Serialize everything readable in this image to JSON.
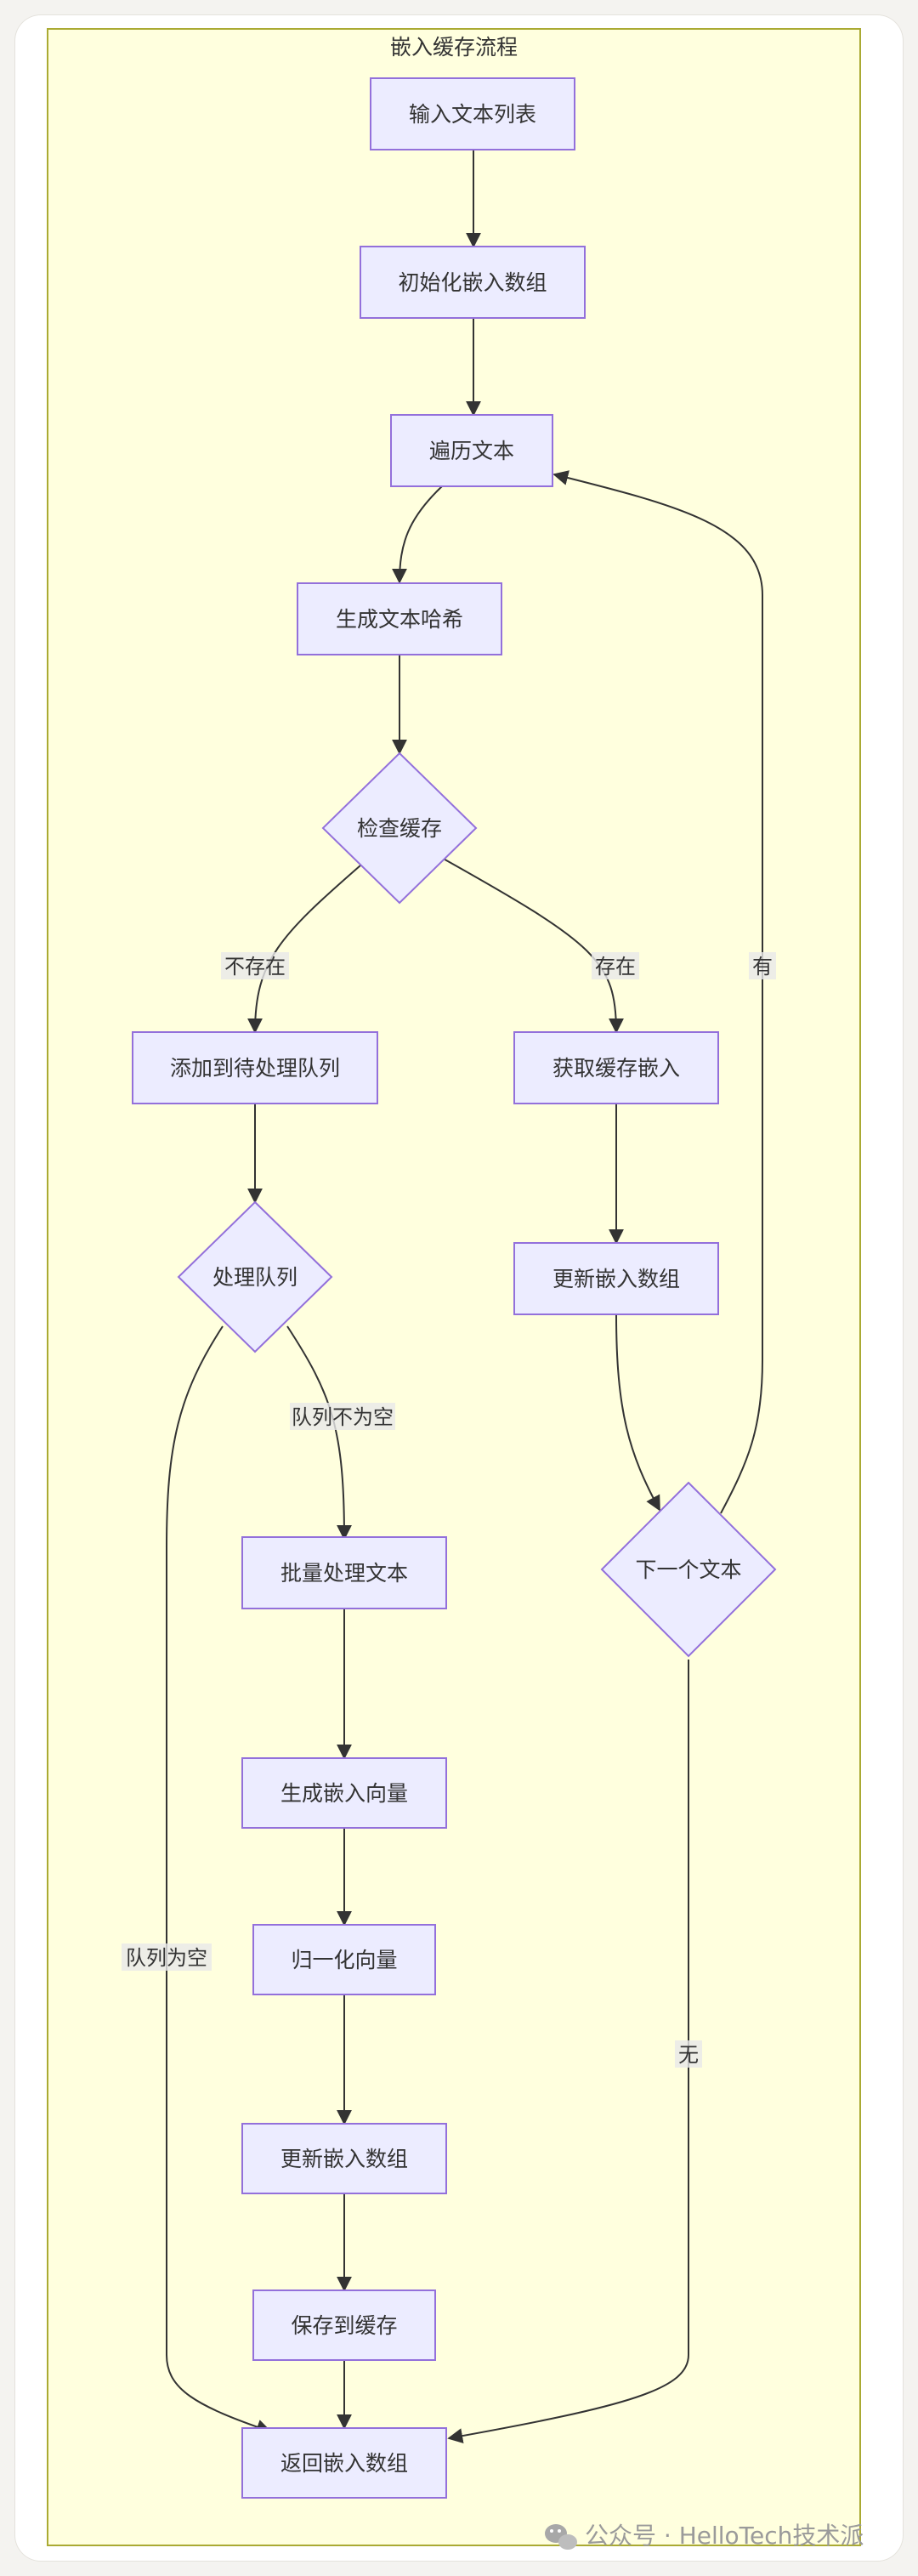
{
  "diagram": {
    "title": "嵌入缓存流程",
    "nodes": {
      "input": "输入文本列表",
      "init": "初始化嵌入数组",
      "loop": "遍历文本",
      "hash": "生成文本哈希",
      "check": "检查缓存",
      "queue": "添加到待处理队列",
      "fetch": "获取缓存嵌入",
      "process": "处理队列",
      "update1": "更新嵌入数组",
      "next": "下一个文本",
      "batch": "批量处理文本",
      "gen": "生成嵌入向量",
      "norm": "归一化向量",
      "update2": "更新嵌入数组",
      "save": "保存到缓存",
      "ret": "返回嵌入数组"
    },
    "edge_labels": {
      "not_exist": "不存在",
      "exist": "存在",
      "has": "有",
      "queue_not_empty": "队列不为空",
      "queue_empty": "队列为空",
      "none": "无"
    }
  },
  "watermark": {
    "text": "公众号 · HelloTech技术派",
    "icon": "wechat-icon"
  },
  "colors": {
    "cluster_fill": "#ffffde",
    "cluster_stroke": "#aaaa33",
    "node_fill": "#ececff",
    "node_stroke": "#9370db",
    "edge": "#333333",
    "edge_label_bg": "#e8e8e8"
  }
}
